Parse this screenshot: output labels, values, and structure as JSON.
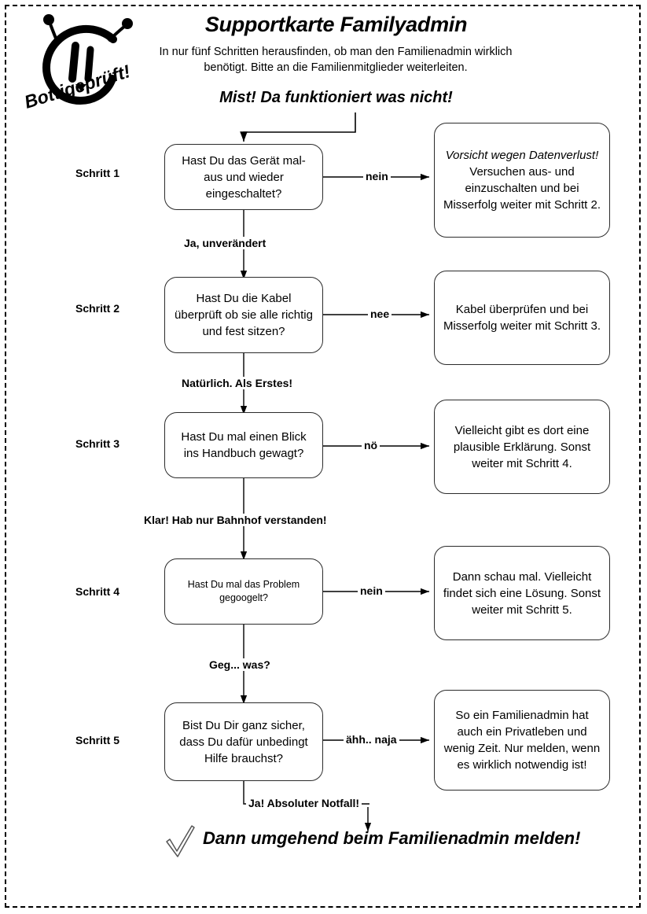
{
  "card": {
    "title": "Supportkarte Familyadmin",
    "subtitle": "In nur fünf Schritten herausfinden, ob man den Familienadmin wirklich benötigt. Bitte an die Familienmitglieder weiterleiten.",
    "intro": "Mist! Da funktioniert was nicht!",
    "logo_caption": "Bottigeprüft!",
    "conclusion": "Dann umgehend beim Familienadmin melden!",
    "border_style": "dashed-cut-line",
    "colors": {
      "ink": "#000000",
      "paper": "#ffffff",
      "box_border": "#2b2b2b"
    }
  },
  "steps": [
    {
      "label": "Schritt 1",
      "question": "Hast Du das Gerät mal- aus und wieder eingeschaltet?",
      "no_label": "nein",
      "answer_emphasis": "Vorsicht wegen Datenverlust!",
      "answer": "Versuchen aus- und einzuschalten und bei Misserfolg weiter mit Schritt 2.",
      "yes_label": "Ja, unverändert"
    },
    {
      "label": "Schritt 2",
      "question": "Hast Du die Kabel überprüft ob sie alle richtig und fest sitzen?",
      "no_label": "nee",
      "answer_emphasis": "",
      "answer": "Kabel überprüfen und bei Misserfolg weiter mit Schritt 3.",
      "yes_label": "Natürlich. Als Erstes!"
    },
    {
      "label": "Schritt 3",
      "question": "Hast Du mal einen Blick ins Handbuch gewagt?",
      "no_label": "nö",
      "answer_emphasis": "",
      "answer": "Vielleicht gibt es dort eine plausible Erklärung. Sonst weiter mit Schritt 4.",
      "yes_label": "Klar! Hab nur Bahnhof verstanden!"
    },
    {
      "label": "Schritt 4",
      "question": "Hast Du mal das Problem gegoogelt?",
      "no_label": "nein",
      "answer_emphasis": "",
      "answer": "Dann schau mal. Vielleicht findet sich eine Lösung. Sonst weiter mit Schritt 5.",
      "yes_label": "Geg... was?"
    },
    {
      "label": "Schritt 5",
      "question": "Bist Du Dir ganz sicher, dass Du dafür unbedingt Hilfe brauchst?",
      "no_label": "ähh.. naja",
      "answer_emphasis": "",
      "answer": "So ein Familienadmin hat auch ein Privatleben und wenig Zeit. Nur melden, wenn es wirklich notwendig ist!",
      "yes_label": "Ja! Absoluter Notfall!"
    }
  ]
}
